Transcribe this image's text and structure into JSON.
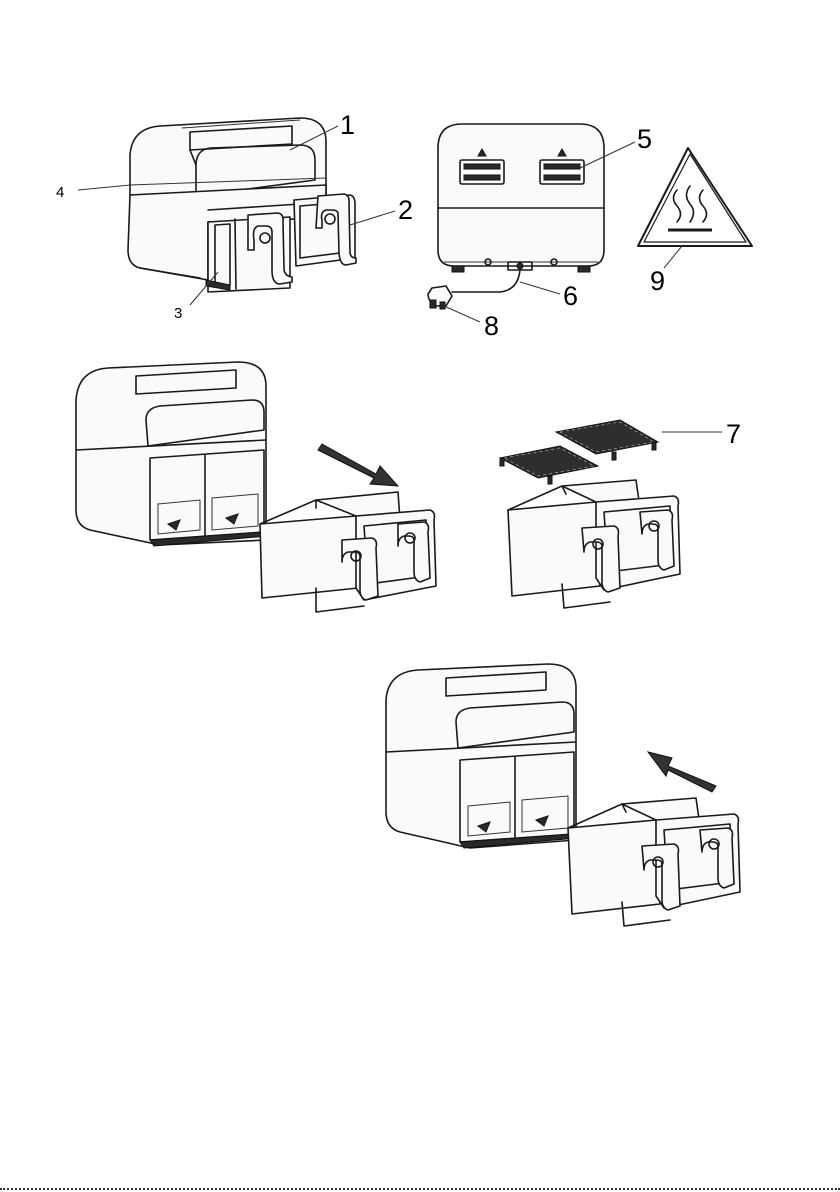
{
  "figure": {
    "callouts": {
      "c1": "1",
      "c2": "2",
      "c3": "3",
      "c4": "4",
      "c5": "5",
      "c6": "6",
      "c7": "7",
      "c8": "8",
      "c9": "9"
    }
  }
}
